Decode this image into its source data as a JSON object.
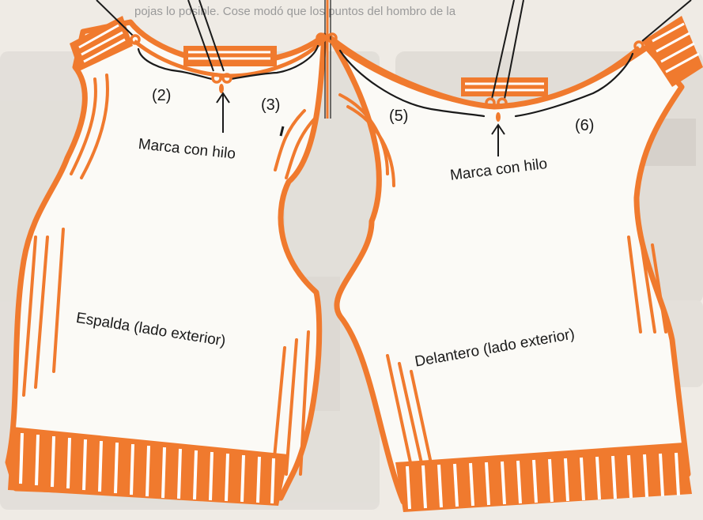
{
  "header_text": "pojas lo posible. Cose modó que los puntos del hombro de la",
  "labels": {
    "num_2": "(2)",
    "num_3": "(3)",
    "num_5": "(5)",
    "num_6": "(6)",
    "marca_left": "Marca con hilo",
    "marca_right": "Marca con hilo",
    "espalda": "Espalda (lado exterior)",
    "delantero": "Delantero (lado exterior)"
  },
  "colors": {
    "yarn_orange": "#f07a2e",
    "outline_black": "#1a1a1a",
    "paper": "#efebe5",
    "garment_fill": "#fbfaf6"
  }
}
